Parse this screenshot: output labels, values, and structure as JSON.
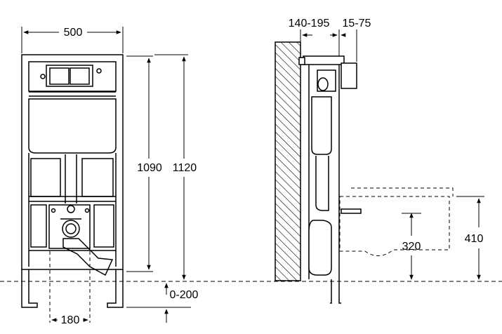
{
  "dimensions": {
    "width_500": "500",
    "height_1090": "1090",
    "height_1120": "1120",
    "spacing_180": "180",
    "floor_0_200": "0-200",
    "depth_140_195": "140-195",
    "depth_15_75": "15-75",
    "height_320": "320",
    "height_410": "410"
  },
  "colors": {
    "ink": "#000000",
    "paper": "#ffffff"
  }
}
